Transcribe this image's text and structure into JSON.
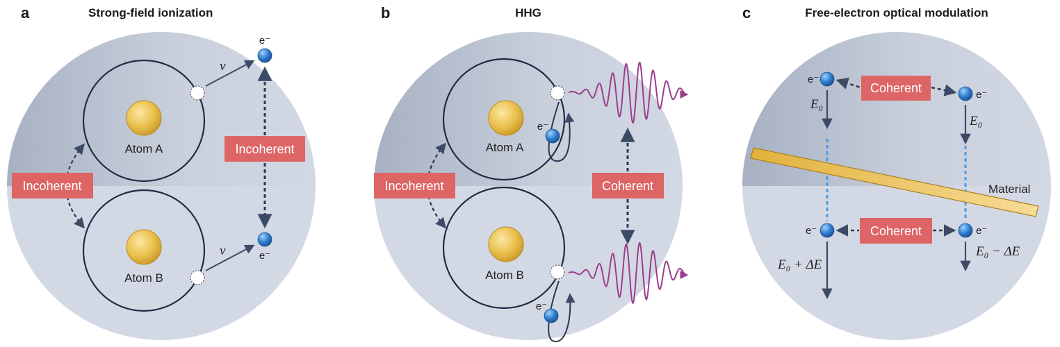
{
  "colors": {
    "badge": "#dd6565",
    "badge_text": "#ffffff",
    "circle_light": "#d5dbe6",
    "circle_dark": "#aeb7c8",
    "orbit": "#1f2a44",
    "arrow": "#3d4a66",
    "electron": "#2f7fd0",
    "atom": "#e8bf45",
    "wave": "#9b3d8c",
    "material": "#ecc14f",
    "beam": "#4a9be0"
  },
  "panel_a": {
    "letter": "a",
    "title": "Strong-field ionization",
    "atom_a": "Atom A",
    "atom_b": "Atom B",
    "badge_left": "Incoherent",
    "badge_right": "Incoherent",
    "velocity": "v",
    "electron": "e⁻"
  },
  "panel_b": {
    "letter": "b",
    "title": "HHG",
    "atom_a": "Atom A",
    "atom_b": "Atom B",
    "badge_left": "Incoherent",
    "badge_right": "Coherent",
    "electron": "e⁻"
  },
  "panel_c": {
    "letter": "c",
    "title": "Free-electron optical modulation",
    "badge_top": "Coherent",
    "badge_bottom": "Coherent",
    "material": "Material",
    "electron": "e⁻",
    "energy": "E₀",
    "energy_plus": "E₀ + ΔE",
    "energy_minus": "E₀ − ΔE"
  }
}
